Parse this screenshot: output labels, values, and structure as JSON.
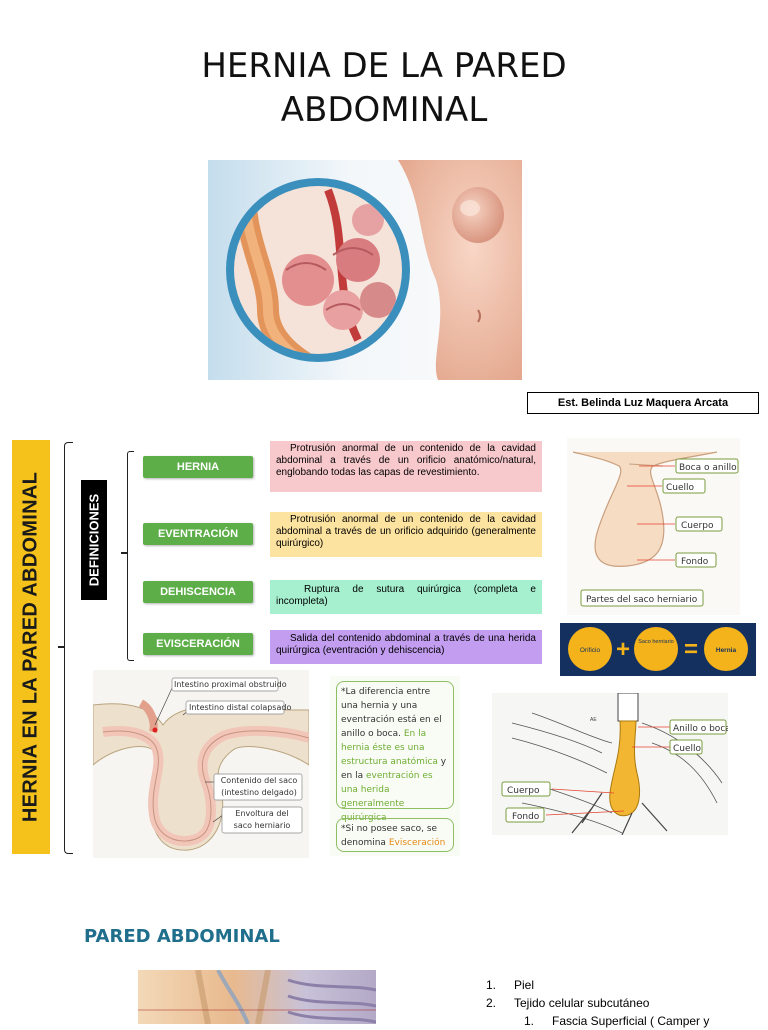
{
  "title": {
    "line1": "HERNIA DE LA PARED",
    "line2": "ABDOMINAL"
  },
  "author": "Est. Belinda Luz Maquera Arcata",
  "vertical_banner": "HERNIA EN LA PARED ABDOMINAL",
  "definitions_label": "DEFINICIONES",
  "definitions": [
    {
      "term": "HERNIA",
      "text": "Protrusión anormal de un contenido de la cavidad abdominal a través de un orificio anatómico/natural, englobando todas las capas de revestimiento.",
      "color": "#f7c9cc"
    },
    {
      "term": "EVENTRACIÓN",
      "text": "Protrusión anormal de un contenido de la cavidad abdominal a través de un orificio adquirido (generalmente quirúrgico)",
      "color": "#fde3a0"
    },
    {
      "term": "DEHISCENCIA",
      "text": "Ruptura de sutura quirúrgica (completa e incompleta)",
      "color": "#a6f0cf"
    },
    {
      "term": "EVISCERACIÓN",
      "text": "Salida del contenido abdominal a través de una herida quirúrgica (eventración y dehiscencia)",
      "color": "#c39df0"
    }
  ],
  "sac_parts": {
    "labels": [
      "Boca o anillo",
      "Cuello",
      "Cuerpo",
      "Fondo"
    ],
    "caption": "Partes del saco herniario"
  },
  "equation": {
    "term1": "Orificio",
    "op1": "+",
    "term2": "Saco herniario",
    "op2": "=",
    "result": "Hernia"
  },
  "intestine_labels": [
    "Intestino proximal obstruido",
    "Intestino distal colapsado",
    "Contenido del saco (intestino delgado)",
    "Envoltura del saco herniario"
  ],
  "note": {
    "p1_a": "*La diferencia entre una hernia y una eventración está en el anillo o boca.",
    "p1_b": "En la hernia éste es una estructura anatómica",
    "p1_c": "y en la",
    "p1_d": "eventración es una herida generalmente quirúrgica",
    "p2_a": "*Si no posee saco, se denomina",
    "p2_b": "Evisceración"
  },
  "anatomy_labels": [
    "Anillo o boca",
    "Cuello",
    "Cuerpo",
    "Fondo"
  ],
  "section_heading": "PARED ABDOMINAL",
  "layers_list": [
    {
      "num": "1.",
      "text": "Piel"
    },
    {
      "num": "2.",
      "text": "Tejido celular subcutáneo"
    },
    {
      "num": "1.",
      "text": "Fascia Superficial ( Camper y"
    }
  ],
  "colors": {
    "banner": "#f4c21a",
    "button": "#5dae48",
    "equation_bg": "#13305e",
    "equation_circle": "#f4b21b",
    "heading": "#1e6e8c"
  }
}
